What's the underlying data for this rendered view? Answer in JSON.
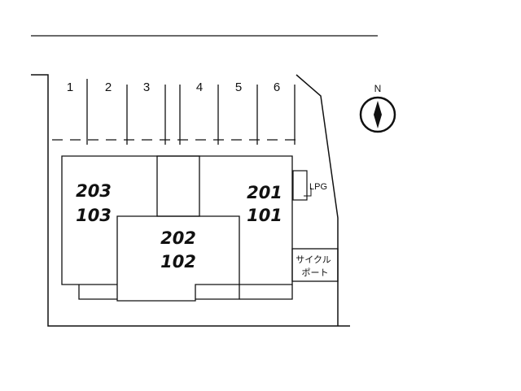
{
  "parking": {
    "spaces": [
      "1",
      "2",
      "3",
      "4",
      "5",
      "6"
    ]
  },
  "buildings": {
    "west_upper": "203",
    "west_lower": "103",
    "center_upper": "202",
    "center_lower": "102",
    "east_upper": "201",
    "east_lower": "101"
  },
  "facilities": {
    "lpg_label": "LPG",
    "cycle_port_line1": "サイクル",
    "cycle_port_line2": "ポート"
  },
  "compass": {
    "north_label": "N"
  },
  "colors": {
    "line": "#111111",
    "background": "#ffffff"
  }
}
